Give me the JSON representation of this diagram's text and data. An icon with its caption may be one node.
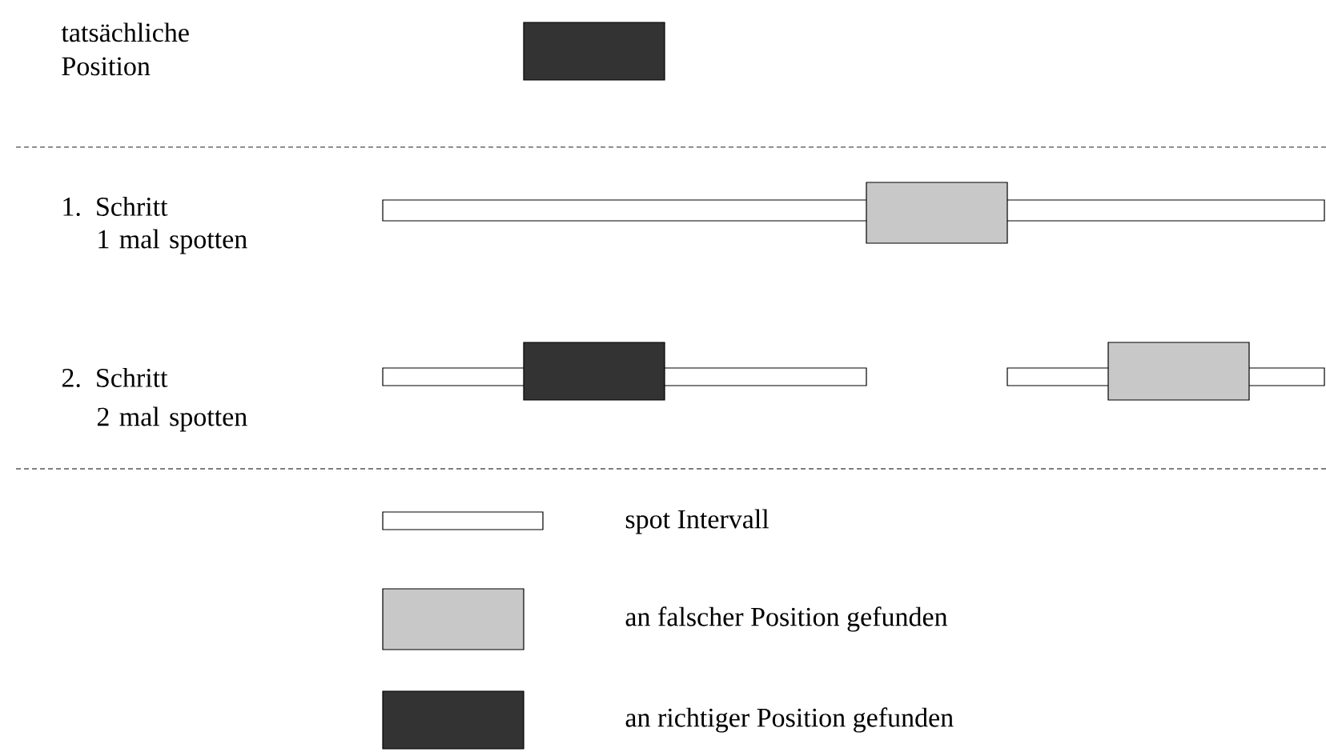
{
  "diagram": {
    "labels": [
      "tatsächliche Position",
      "1. Schritt",
      "1 mal spotten",
      "2. Schritt",
      "2 mal spotten"
    ],
    "legend": [
      {
        "text": "spot Intervall"
      },
      {
        "text": "an falscher Position gefunden",
        "color": "#c8c8c8"
      },
      {
        "text": "an richtiger Position gefunden",
        "color": "#333333"
      }
    ]
  }
}
